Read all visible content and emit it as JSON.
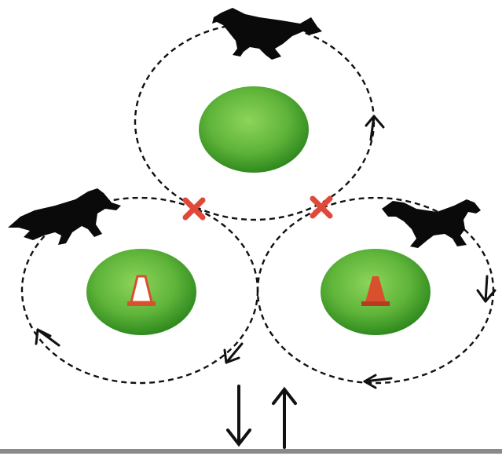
{
  "diagram": {
    "kind": "cloverleaf riding pattern",
    "circles": [
      {
        "id": "top",
        "marker": "none"
      },
      {
        "id": "left",
        "marker": "white-cone"
      },
      {
        "id": "right",
        "marker": "orange-cone"
      }
    ],
    "crossing_marks": [
      "x-mark",
      "x-mark"
    ],
    "entry_exit_arrows": [
      "down-arrow",
      "up-arrow"
    ],
    "horses": [
      "horse-galloping-top",
      "horse-galloping-left",
      "horse-galloping-right"
    ]
  },
  "colors": {
    "path": "#111111",
    "green_center": "#78c84a",
    "green_edge": "#2f8a1e",
    "x_mark": "#e0483a",
    "cone_orange": "#d8502e",
    "cone_white": "#ffffff",
    "horse": "#0a0a0a",
    "ground": "#8a8a8a"
  }
}
